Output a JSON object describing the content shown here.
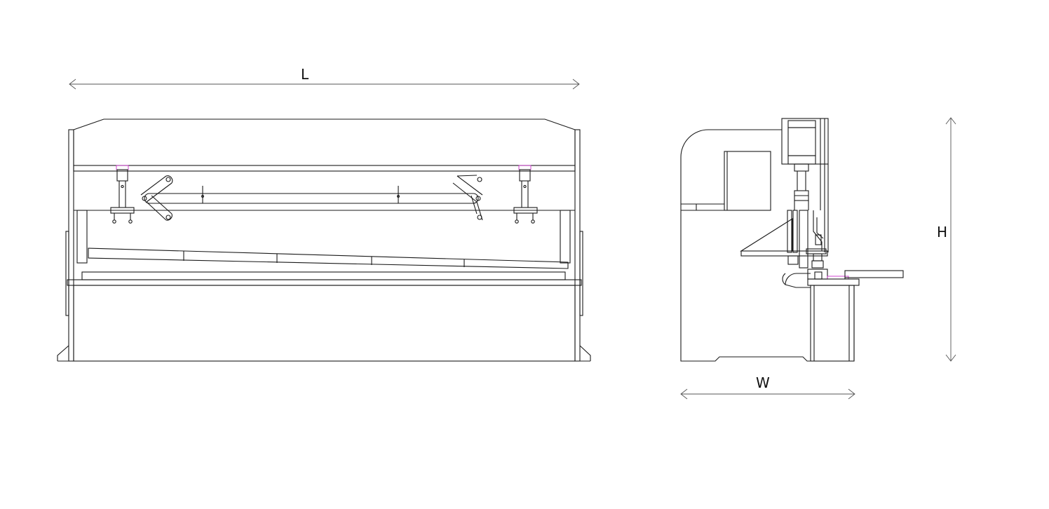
{
  "dimensions": {
    "length_label": "L",
    "width_label": "W",
    "height_label": "H"
  },
  "colors": {
    "line": "#1a1a1a",
    "dimension_line": "#555555",
    "accent": "#cc33cc",
    "background": "#ffffff"
  }
}
